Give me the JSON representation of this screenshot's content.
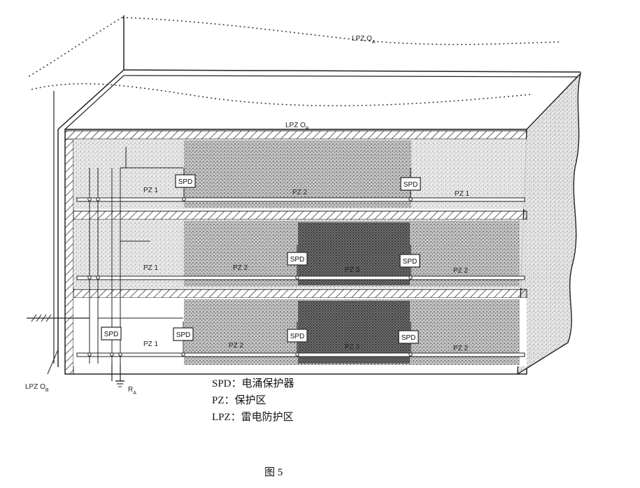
{
  "diagram": {
    "zones": {
      "outer_top": "LPZ O",
      "outer_top_sub": "A",
      "inner_top": "LPZ O",
      "inner_top_sub": "B",
      "outer_left": "LPZ O",
      "outer_left_sub": "B",
      "earth": "R",
      "earth_sub": "A"
    },
    "floor1": {
      "pz_left": "PZ 1",
      "pz_mid": "PZ 2",
      "pz_right": "PZ 1"
    },
    "floor2": {
      "pz_left": "PZ 1",
      "pz_mid": "PZ 2",
      "pz_center": "PZ 3",
      "pz_right": "PZ 2"
    },
    "floor3": {
      "pz_left": "PZ 1",
      "pz_mid": "PZ 2",
      "pz_center": "PZ 3",
      "pz_right": "PZ 2"
    },
    "spd_label": "SPD"
  },
  "legend": {
    "line1": "SPD：电涌保护器",
    "line2": "PZ：保护区",
    "line3": "LPZ：雷电防护区"
  },
  "caption": "图 5"
}
